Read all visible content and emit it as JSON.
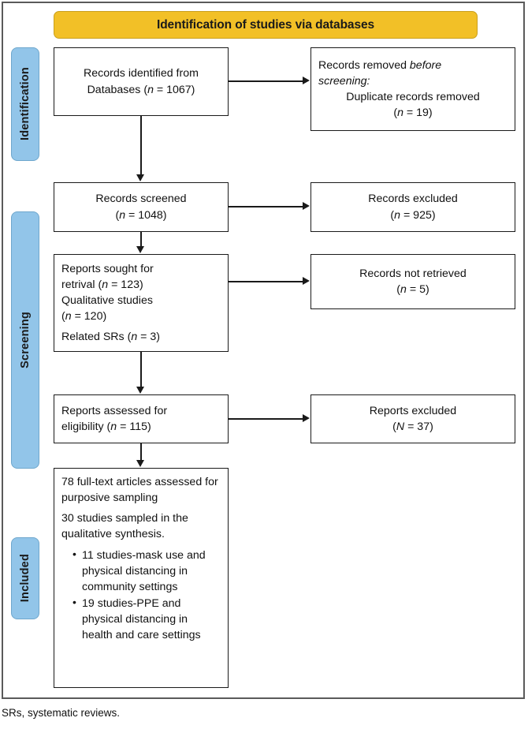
{
  "figure": {
    "banner_title": "Identification of studies via databases",
    "caption": "SRs, systematic reviews.",
    "colors": {
      "banner": "#F2C027",
      "stage_label": "#92C5E9",
      "box_border": "#1A1A1A",
      "frame_border": "#5A5A5A"
    }
  },
  "stages": [
    {
      "id": "identification",
      "label": "Identification"
    },
    {
      "id": "screening",
      "label": "Screening"
    },
    {
      "id": "included",
      "label": "Included"
    }
  ],
  "boxes": {
    "records_identified": {
      "line1": "Records identified from",
      "line2_prefix": "Databases (",
      "line2_italic": "n",
      "line2_suffix": " = 1067)",
      "n": 1067
    },
    "records_removed": {
      "line1_prefix": "Records removed ",
      "line1_italic": "before",
      "line2_italic": "screening:",
      "line3": "Duplicate records removed",
      "line4_prefix": "(",
      "line4_italic": "n",
      "line4_suffix": " = 19)",
      "n": 19
    },
    "records_screened": {
      "line1": "Records screened",
      "line2_prefix": "(",
      "line2_italic": "n",
      "line2_suffix": " = 1048)",
      "n": 1048
    },
    "records_excluded": {
      "line1": "Records excluded",
      "line2_prefix": "(",
      "line2_italic": "n",
      "line2_suffix": " = 925)",
      "n": 925
    },
    "reports_sought": {
      "line1": "Reports sought for",
      "line2_prefix": "retrival (",
      "line2_italic": "n",
      "line2_suffix": " = 123)",
      "line3": "Qualitative studies",
      "line4_prefix": "(",
      "line4_italic": "n",
      "line4_suffix": " = 120)",
      "line5_prefix": "Related SRs (",
      "line5_italic": "n",
      "line5_suffix": " = 3)",
      "n_sought": 123,
      "n_qualitative": 120,
      "n_related_srs": 3
    },
    "records_not_retrieved": {
      "line1": "Records not retrieved",
      "line2_prefix": "(",
      "line2_italic": "n",
      "line2_suffix": " = 5)",
      "n": 5
    },
    "reports_assessed": {
      "line1": "Reports assessed for",
      "line2_prefix": "eligibility (",
      "line2_italic": "n",
      "line2_suffix": " = 115)",
      "n": 115
    },
    "reports_excluded": {
      "line1": "Reports excluded",
      "line2_prefix": "(",
      "line2_italic": "N",
      "line2_suffix": " = 37)",
      "n": 37
    },
    "included_summary": {
      "para1": "78 full-text articles assessed for purposive sampling",
      "para2": "30 studies sampled in the qualitative synthesis.",
      "bullets": [
        "11 studies-mask use and physical distancing in community settings",
        "19 studies-PPE and physical distancing in health and care settings"
      ],
      "n_fulltext": 78,
      "n_sampled": 30,
      "n_mask_community": 11,
      "n_ppe_health": 19
    }
  }
}
